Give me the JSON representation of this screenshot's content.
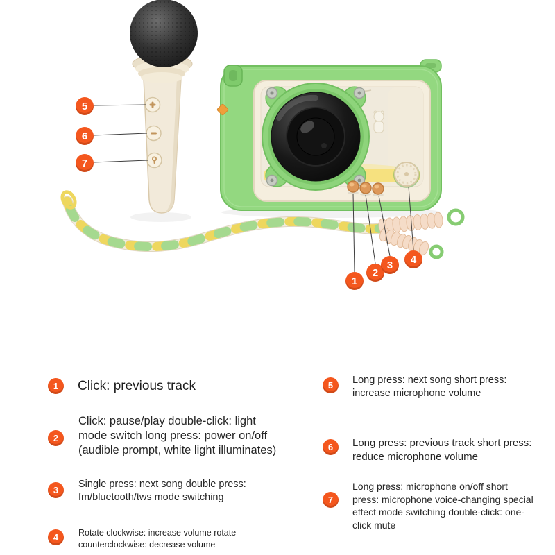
{
  "colors": {
    "badge_orange": "#F4571E",
    "device_green": "#93D880",
    "device_green_dark": "#72BF60",
    "panel_cream": "#F5EEDE",
    "knob_brass": "#DD985A",
    "strap_yellow": "#EED75E",
    "strap_green": "#A5D98F",
    "strap_cream": "#F2ECDC"
  },
  "diagram": {
    "callouts": [
      {
        "num": "1",
        "target": "knob-1"
      },
      {
        "num": "2",
        "target": "knob-2"
      },
      {
        "num": "3",
        "target": "knob-3"
      },
      {
        "num": "4",
        "target": "volume-knob"
      },
      {
        "num": "5",
        "target": "mic-button-top"
      },
      {
        "num": "6",
        "target": "mic-button-middle"
      },
      {
        "num": "7",
        "target": "mic-button-bottom"
      }
    ]
  },
  "instructions": {
    "left": [
      {
        "num": "1",
        "text": "Click: previous track"
      },
      {
        "num": "2",
        "text": "Click: pause/play double-click: light mode switch long press: power on/off (audible prompt, white light illuminates)"
      },
      {
        "num": "3",
        "text": "Single press: next song double press: fm/bluetooth/tws mode switching"
      },
      {
        "num": "4",
        "text": "Rotate clockwise: increase volume rotate counterclockwise: decrease volume"
      }
    ],
    "right": [
      {
        "num": "5",
        "text": "Long press: next song short press: increase microphone volume"
      },
      {
        "num": "6",
        "text": "Long press: previous track short press: reduce microphone volume"
      },
      {
        "num": "7",
        "text": "Long press: microphone on/off short press: microphone voice-changing special effect mode switching double-click: one-click mute"
      }
    ]
  }
}
